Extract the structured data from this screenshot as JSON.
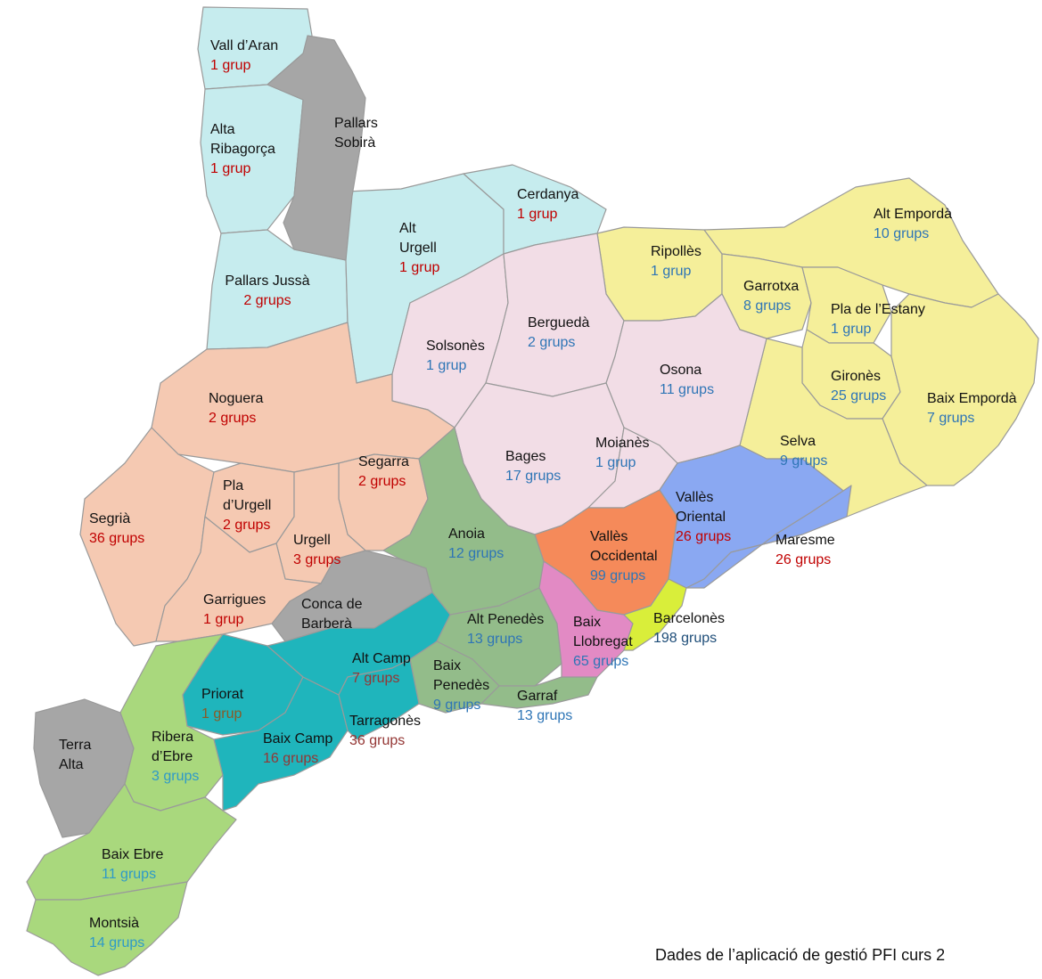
{
  "colors": {
    "light_cyan": "#c6ecee",
    "gray": "#a6a6a6",
    "pink": "#f2dde6",
    "yellow": "#f5ef9a",
    "peach": "#f5c9b2",
    "green": "#93bc8a",
    "dark_cyan": "#1fb5bc",
    "light_green": "#a9d87d",
    "orange": "#f58a5a",
    "blue": "#8aa8f2",
    "magenta": "#e28ac4",
    "lime": "#d9ee3a"
  },
  "regions": [
    {
      "id": "vall-daran",
      "name": "Vall d’Aran",
      "count": "1 grup"
    },
    {
      "id": "alta-ribagorca",
      "name": "Alta Ribagorça",
      "count": "1 grup"
    },
    {
      "id": "pallars-sobira",
      "name": "Pallars Sobirà",
      "count": ""
    },
    {
      "id": "pallars-jussa",
      "name": "Pallars Jussà",
      "count": "2 grups"
    },
    {
      "id": "alt-urgell",
      "name": "Alt Urgell",
      "count": "1 grup"
    },
    {
      "id": "cerdanya",
      "name": "Cerdanya",
      "count": "1 grup"
    },
    {
      "id": "ripolles",
      "name": "Ripollès",
      "count": "1 grup"
    },
    {
      "id": "alt-emporda",
      "name": "Alt Empordà",
      "count": "10 grups"
    },
    {
      "id": "garrotxa",
      "name": "Garrotxa",
      "count": "8 grups"
    },
    {
      "id": "pla-de-lestany",
      "name": "Pla de l’Estany",
      "count": "1 grup"
    },
    {
      "id": "bergueda",
      "name": "Berguedà",
      "count": "2 grups"
    },
    {
      "id": "solsones",
      "name": "Solsonès",
      "count": "1 grup"
    },
    {
      "id": "osona",
      "name": "Osona",
      "count": "11 grups"
    },
    {
      "id": "girones",
      "name": "Gironès",
      "count": "25 grups"
    },
    {
      "id": "baix-emporda",
      "name": "Baix Empordà",
      "count": "7 grups"
    },
    {
      "id": "noguera",
      "name": "Noguera",
      "count": "2 grups"
    },
    {
      "id": "segarra",
      "name": "Segarra",
      "count": "2 grups"
    },
    {
      "id": "bages",
      "name": "Bages",
      "count": "17 grups"
    },
    {
      "id": "moianes",
      "name": "Moianès",
      "count": "1 grup"
    },
    {
      "id": "selva",
      "name": "Selva",
      "count": "9 grups"
    },
    {
      "id": "segria",
      "name": "Segrià",
      "count": "36 grups"
    },
    {
      "id": "pla-durgell",
      "name": "Pla d’Urgell",
      "count": "2 grups"
    },
    {
      "id": "urgell",
      "name": "Urgell",
      "count": "3 grups"
    },
    {
      "id": "anoia",
      "name": "Anoia",
      "count": "12 grups"
    },
    {
      "id": "valles-oriental",
      "name": "Vallès Oriental",
      "count": "26 grups"
    },
    {
      "id": "maresme",
      "name": "Maresme",
      "count": "26 grups"
    },
    {
      "id": "valles-occidental",
      "name": "Vallès Occidental",
      "count": "99 grups"
    },
    {
      "id": "garrigues",
      "name": "Garrigues",
      "count": "1 grup"
    },
    {
      "id": "conca-de-barbera",
      "name": "Conca de Barberà",
      "count": ""
    },
    {
      "id": "alt-penedes",
      "name": "Alt Penedès",
      "count": "13 grups"
    },
    {
      "id": "baix-llobregat",
      "name": "Baix Llobregat",
      "count": "65 grups"
    },
    {
      "id": "barcelones",
      "name": "Barcelonès",
      "count": "198 grups"
    },
    {
      "id": "alt-camp",
      "name": "Alt Camp",
      "count": "7 grups"
    },
    {
      "id": "baix-penedes",
      "name": "Baix Penedès",
      "count": "9 grups"
    },
    {
      "id": "priorat",
      "name": "Priorat",
      "count": "1 grup"
    },
    {
      "id": "garraf",
      "name": "Garraf",
      "count": "13 grups"
    },
    {
      "id": "tarragones",
      "name": "Tarragonès",
      "count": "36 grups"
    },
    {
      "id": "terra-alta",
      "name": "Terra Alta",
      "count": ""
    },
    {
      "id": "ribera-debre",
      "name": "Ribera d’Ebre",
      "count": "3 grups"
    },
    {
      "id": "baix-camp",
      "name": "Baix Camp",
      "count": "16 grups"
    },
    {
      "id": "baix-ebre",
      "name": "Baix Ebre",
      "count": "11 grups"
    },
    {
      "id": "montsia",
      "name": "Montsià",
      "count": "14 grups"
    }
  ],
  "footer": {
    "text": "Dades de l’aplicació de gestió PFI curs 2"
  }
}
